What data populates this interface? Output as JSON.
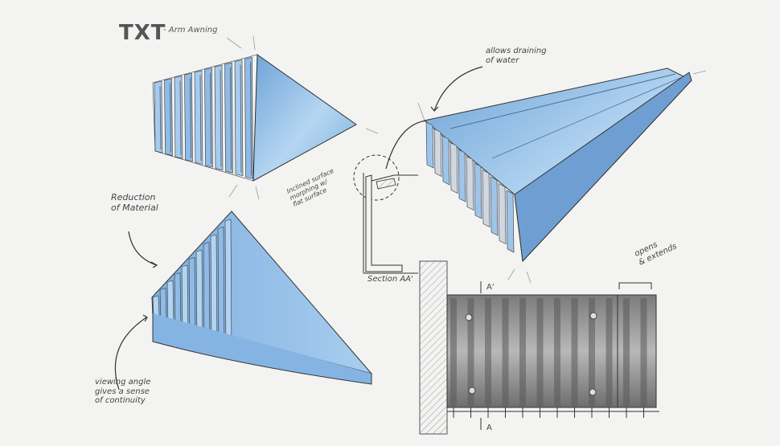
{
  "title": "TXT",
  "subtitle": "- Arm Awning",
  "annotations": {
    "reduction": "Reduction\nof Material",
    "viewing": "viewing angle\ngives a sense\nof continuity",
    "drainage": "allows draining\nof water",
    "inclined": "Inclined surface\nmorphing w/\nflat surface",
    "section": "Section AA'",
    "opens": "opens\n& extends",
    "a_top": "A'",
    "a_bottom": "A"
  },
  "colors": {
    "blue": "#9cc7ec",
    "blue_dark": "#6b9fd0",
    "grey": "#8a8a8a",
    "line": "#444444"
  }
}
